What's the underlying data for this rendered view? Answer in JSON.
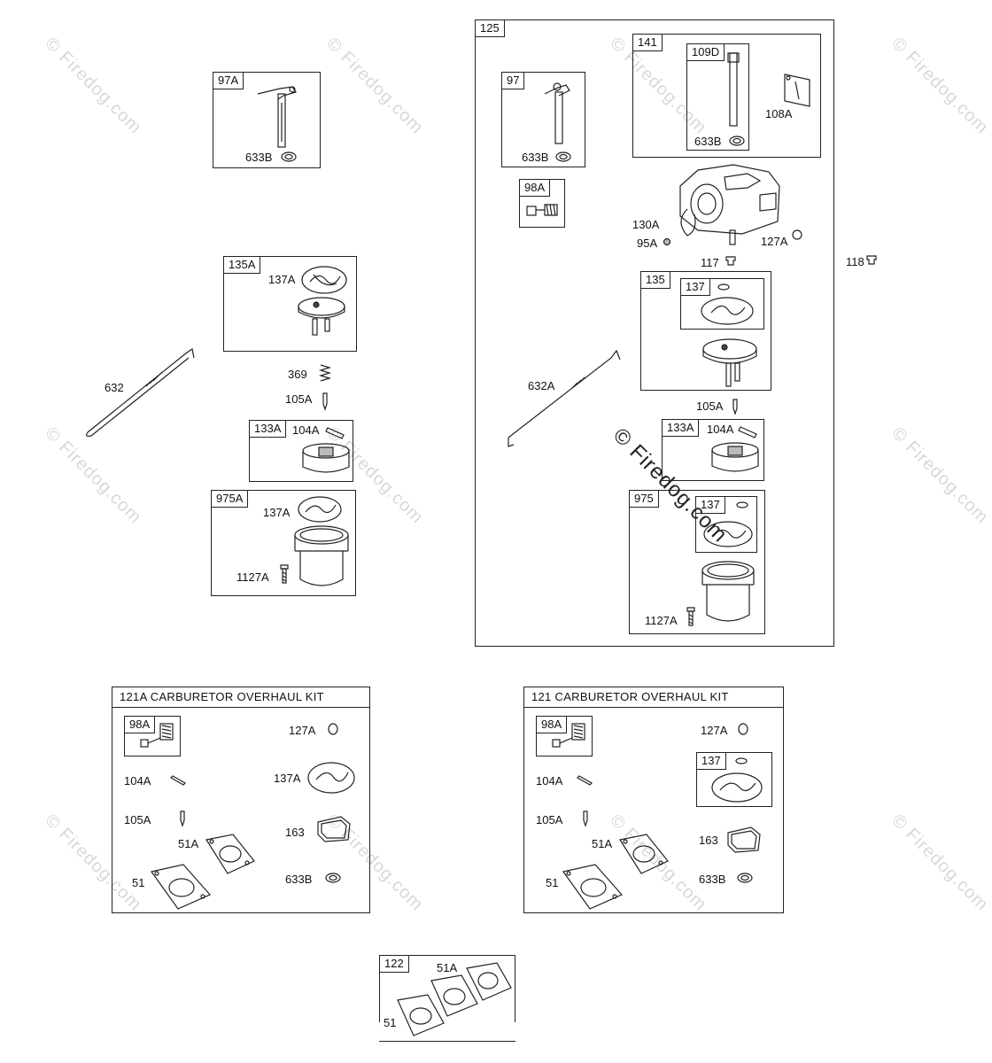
{
  "watermarks": {
    "text": "© Firedog.com",
    "center_text": "© Firedog.com"
  },
  "boxes": {
    "b97A": "97A",
    "b135A": "135A",
    "b133A_left": "133A",
    "b975A": "975A",
    "b125": "125",
    "b97": "97",
    "b141": "141",
    "b109D": "109D",
    "b98A": "98A",
    "b135": "135",
    "b137_in135": "137",
    "b133A_right": "133A",
    "b975": "975",
    "b137_in975": "137",
    "b98A_kitleft": "98A",
    "b98A_kitright": "98A",
    "b137_kitright": "137",
    "b122": "122"
  },
  "labels": {
    "l633B_97A": "633B",
    "l137A_135A": "137A",
    "l632": "632",
    "l369": "369",
    "l105A_left": "105A",
    "l104A_left": "104A",
    "l137A_975A": "137A",
    "l1127A_left": "1127A",
    "l633B_97": "633B",
    "l633B_109D": "633B",
    "l108A": "108A",
    "l130A": "130A",
    "l95A": "95A",
    "l127A_carb": "127A",
    "l117": "117",
    "l118": "118",
    "l632A": "632A",
    "l105A_right": "105A",
    "l104A_right": "104A",
    "l1127A_right": "1127A",
    "kl_127A": "127A",
    "kl_104A": "104A",
    "kl_137A": "137A",
    "kl_105A": "105A",
    "kl_163": "163",
    "kl_51A": "51A",
    "kl_51": "51",
    "kl_633B": "633B",
    "kr_127A": "127A",
    "kr_104A": "104A",
    "kr_105A": "105A",
    "kr_163": "163",
    "kr_51A": "51A",
    "kr_51": "51",
    "kr_633B": "633B",
    "l122_51A": "51A",
    "l122_51": "51"
  },
  "kits": {
    "left_title": "121A CARBURETOR OVERHAUL KIT",
    "right_title": "121 CARBURETOR OVERHAUL KIT"
  }
}
